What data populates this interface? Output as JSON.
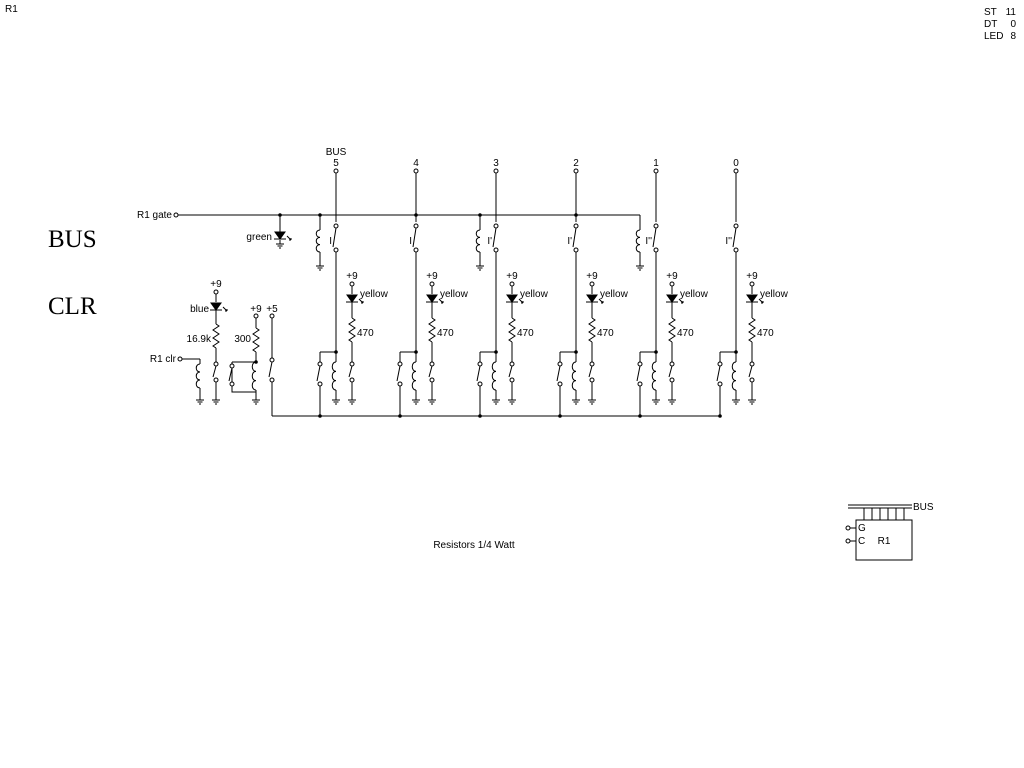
{
  "corner": {
    "title": "R1"
  },
  "stats": [
    {
      "label": "ST",
      "value": "11"
    },
    {
      "label": "DT",
      "value": "0"
    },
    {
      "label": "LED",
      "value": "8"
    }
  ],
  "headings": {
    "bus": "BUS",
    "clr": "CLR"
  },
  "bus_header": "BUS",
  "bits": [
    "5",
    "4",
    "3",
    "2",
    "1",
    "0"
  ],
  "relay_labels": [
    "I",
    "I",
    "I'",
    "I'",
    "I''",
    "I''"
  ],
  "inputs": {
    "gate": "R1 gate",
    "clr": "R1 clr"
  },
  "leds": {
    "gate_color": "green",
    "clr_color": "blue",
    "bit_color": "yellow"
  },
  "resistors": {
    "clr_led": "16.9k",
    "clr_relay": "300",
    "bit": "470"
  },
  "supplies": {
    "v9": "+9",
    "v5": "+5"
  },
  "note": "Resistors 1/4 Watt",
  "block": {
    "title": "R1",
    "bus": "BUS",
    "pins": [
      "G",
      "C"
    ]
  }
}
